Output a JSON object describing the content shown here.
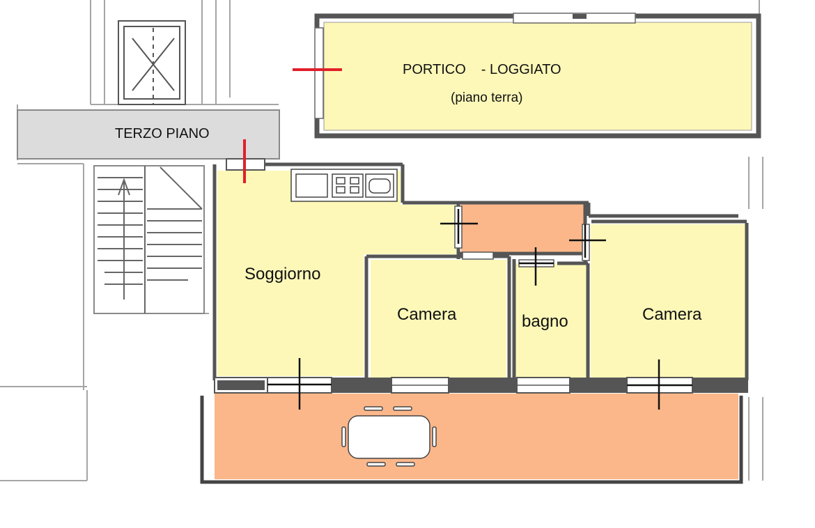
{
  "labels": {
    "portico": "PORTICO",
    "loggiato": "- LOGGIATO",
    "piano_terra": "(piano terra)",
    "terzo_piano": "TERZO PIANO",
    "soggiorno": "Soggiorno",
    "camera_1": "Camera",
    "bagno": "bagno",
    "camera_2": "Camera"
  },
  "colors": {
    "room_fill": "#fdf8b8",
    "terrace_fill": "#fbb78a",
    "landing_fill": "#dcdcdc",
    "wall": "#555555",
    "door_marker": "#e0202a",
    "sketch_line": "#9a9a9a"
  }
}
